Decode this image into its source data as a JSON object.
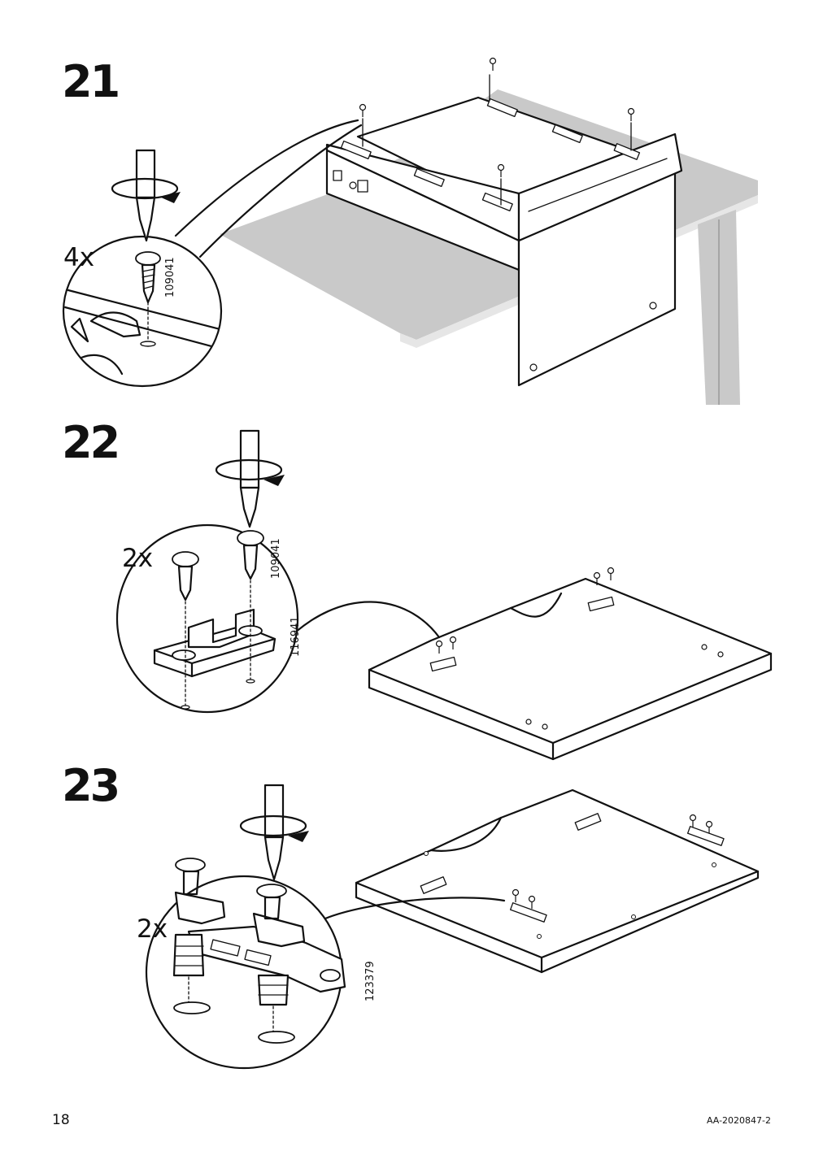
{
  "steps": [
    {
      "number": "21",
      "quantity": "4x",
      "part_numbers": [
        "109041"
      ]
    },
    {
      "number": "22",
      "quantity": "2x",
      "part_numbers": [
        "109041",
        "116941"
      ]
    },
    {
      "number": "23",
      "quantity": "2x",
      "part_numbers": [
        "123379"
      ]
    }
  ],
  "footer": {
    "page_number": "18",
    "document_id": "AA-2020847-2"
  }
}
